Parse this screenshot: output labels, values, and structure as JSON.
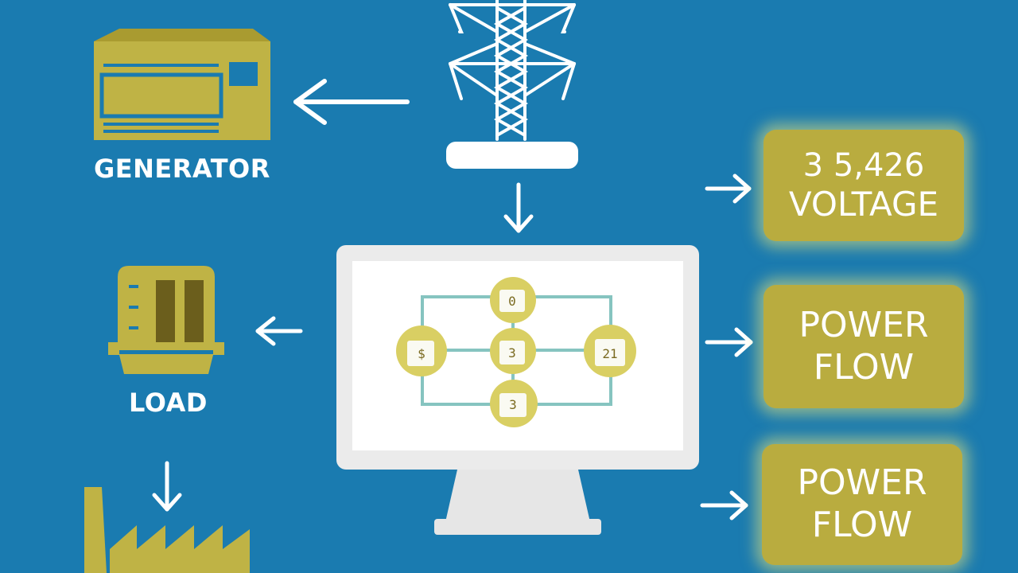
{
  "generator": {
    "label": "GENERATOR"
  },
  "load": {
    "label": "LOAD"
  },
  "outputs": [
    {
      "lines": [
        "3 5,426",
        "VOLTAGE"
      ]
    },
    {
      "lines": [
        "POWER",
        "FLOW"
      ]
    },
    {
      "lines": [
        "POWER",
        "FLOW"
      ]
    }
  ],
  "network_nodes": [
    {
      "id": "top",
      "text": "0"
    },
    {
      "id": "left",
      "text": "$"
    },
    {
      "id": "center",
      "text": "3"
    },
    {
      "id": "right",
      "text": "21"
    },
    {
      "id": "bottom",
      "text": "3"
    }
  ],
  "colors": {
    "background": "#1a7bb0",
    "accent_yellow": "#bfb345",
    "box_yellow": "#b9ac3f",
    "white": "#ffffff",
    "line_teal": "#86c4c0"
  },
  "icons": [
    "generator-icon",
    "transmission-tower-icon",
    "monitor-icon",
    "load-icon",
    "factory-icon",
    "arrow-icon"
  ]
}
